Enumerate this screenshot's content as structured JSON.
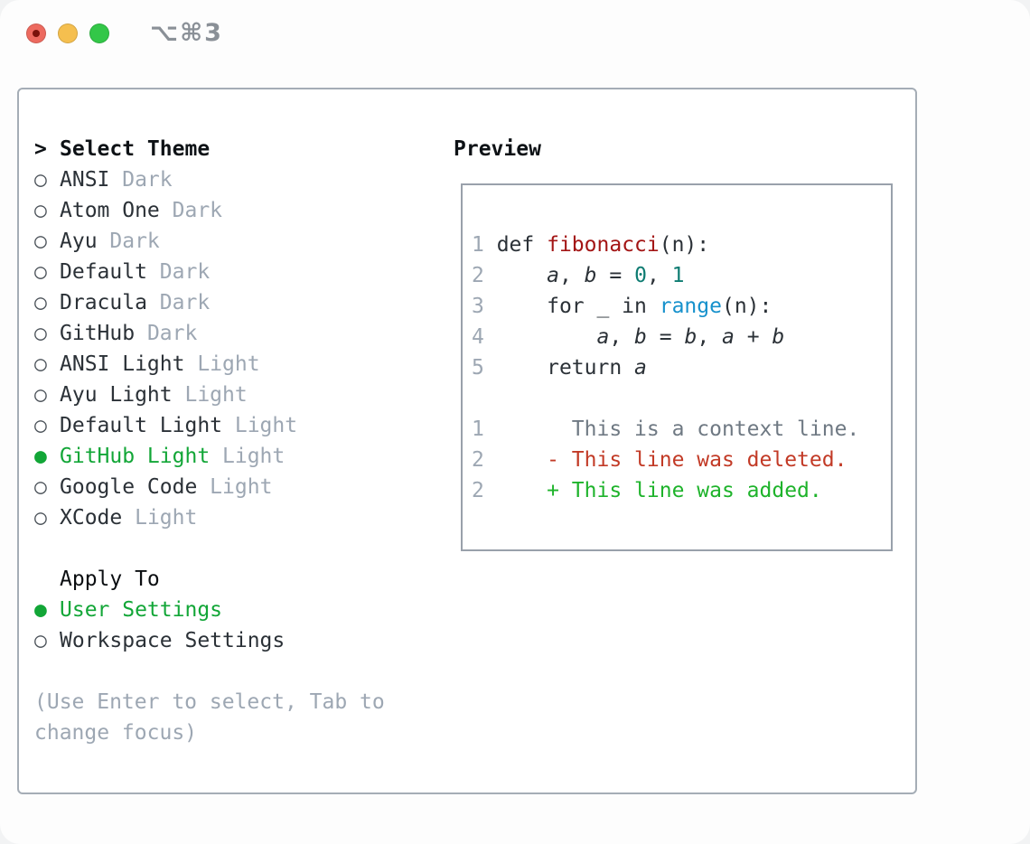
{
  "window": {
    "title": "⌥⌘3",
    "traffic_lights": [
      {
        "name": "close",
        "color": "#ed6a5f"
      },
      {
        "name": "minimize",
        "color": "#f5bf4f"
      },
      {
        "name": "zoom",
        "color": "#33c748"
      }
    ]
  },
  "theme_menu": {
    "heading": "Select Theme",
    "heading_marker": ">",
    "radio_selected": "●",
    "radio_unselected": "○",
    "items": [
      {
        "name": "ANSI",
        "variant": "Dark",
        "selected": false
      },
      {
        "name": "Atom One",
        "variant": "Dark",
        "selected": false
      },
      {
        "name": "Ayu",
        "variant": "Dark",
        "selected": false
      },
      {
        "name": "Default",
        "variant": "Dark",
        "selected": false
      },
      {
        "name": "Dracula",
        "variant": "Dark",
        "selected": false
      },
      {
        "name": "GitHub",
        "variant": "Dark",
        "selected": false
      },
      {
        "name": "ANSI Light",
        "variant": "Light",
        "selected": false
      },
      {
        "name": "Ayu Light",
        "variant": "Light",
        "selected": false
      },
      {
        "name": "Default Light",
        "variant": "Light",
        "selected": false
      },
      {
        "name": "GitHub Light",
        "variant": "Light",
        "selected": true
      },
      {
        "name": "Google Code",
        "variant": "Light",
        "selected": false
      },
      {
        "name": "XCode",
        "variant": "Light",
        "selected": false
      }
    ],
    "apply_to": {
      "heading": "Apply To",
      "options": [
        {
          "label": "User Settings",
          "selected": true
        },
        {
          "label": "Workspace Settings",
          "selected": false
        }
      ]
    },
    "hint": "(Use Enter to select, Tab to change focus)"
  },
  "preview": {
    "heading": "Preview",
    "lines": [
      {
        "num": "1",
        "tokens": [
          [
            "plain",
            " def "
          ],
          [
            "function",
            "fibonacci"
          ],
          [
            "plain",
            "(n):"
          ]
        ]
      },
      {
        "num": "2",
        "tokens": [
          [
            "plain",
            "     "
          ],
          [
            "variable",
            "a"
          ],
          [
            "plain",
            ", "
          ],
          [
            "variable",
            "b"
          ],
          [
            "plain",
            " = "
          ],
          [
            "number",
            "0"
          ],
          [
            "plain",
            ", "
          ],
          [
            "number",
            "1"
          ]
        ]
      },
      {
        "num": "3",
        "tokens": [
          [
            "plain",
            "     for _ in "
          ],
          [
            "builtin",
            "range"
          ],
          [
            "plain",
            "(n):"
          ]
        ]
      },
      {
        "num": "4",
        "tokens": [
          [
            "plain",
            "         "
          ],
          [
            "variable",
            "a"
          ],
          [
            "plain",
            ", "
          ],
          [
            "variable",
            "b"
          ],
          [
            "plain",
            " = "
          ],
          [
            "variable",
            "b"
          ],
          [
            "plain",
            ", "
          ],
          [
            "variable",
            "a"
          ],
          [
            "plain",
            " + "
          ],
          [
            "variable",
            "b"
          ]
        ]
      },
      {
        "num": "5",
        "tokens": [
          [
            "plain",
            "     return "
          ],
          [
            "variable",
            "a"
          ]
        ]
      },
      {
        "num": "",
        "tokens": []
      },
      {
        "num": "1",
        "tokens": [
          [
            "context",
            "       This is a context line."
          ]
        ]
      },
      {
        "num": "2",
        "tokens": [
          [
            "deleted",
            "     - This line was deleted."
          ]
        ]
      },
      {
        "num": "2",
        "tokens": [
          [
            "added",
            "     + This line was added."
          ]
        ]
      }
    ]
  },
  "colors": {
    "selected_green": "#12a637",
    "function_red": "#a31515",
    "number_teal": "#0e7c72",
    "builtin_blue": "#1691cc",
    "deleted_red": "#c23a26",
    "added_green": "#1eb32b",
    "muted_gray": "#9da7b3",
    "text_dark": "#2b3137"
  }
}
